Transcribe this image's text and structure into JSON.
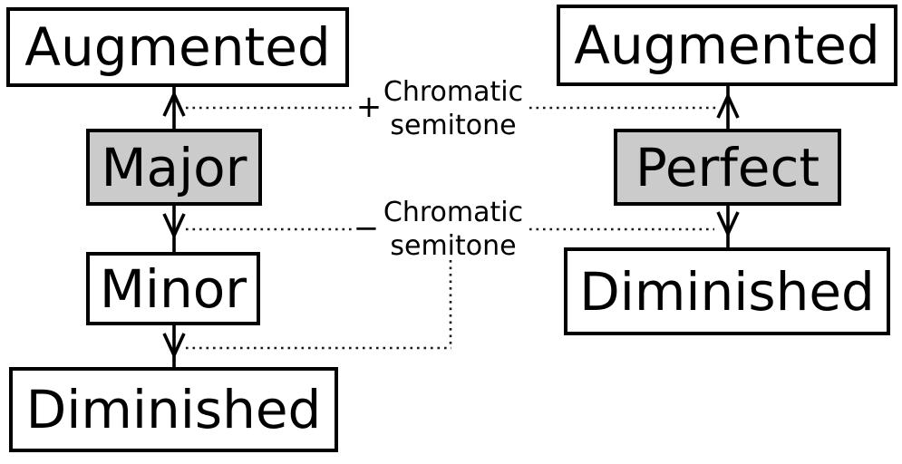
{
  "diagram": {
    "colors": {
      "background": "#ffffff",
      "box_fill": "#ffffff",
      "highlight_fill": "#cbcbcb",
      "border": "#000000",
      "dotted": "#1a1a1a"
    },
    "left_column": {
      "boxes": [
        {
          "label": "Augmented",
          "highlighted": false
        },
        {
          "label": "Major",
          "highlighted": true
        },
        {
          "label": "Minor",
          "highlighted": false
        },
        {
          "label": "Diminished",
          "highlighted": false
        }
      ]
    },
    "right_column": {
      "boxes": [
        {
          "label": "Augmented",
          "highlighted": false
        },
        {
          "label": "Perfect",
          "highlighted": true
        },
        {
          "label": "Diminished",
          "highlighted": false
        }
      ]
    },
    "annotations": {
      "add": {
        "sign": "+",
        "line1": "Chromatic",
        "line2": "semitone"
      },
      "subtract": {
        "sign": "−",
        "line1": "Chromatic",
        "line2": "semitone"
      }
    }
  }
}
